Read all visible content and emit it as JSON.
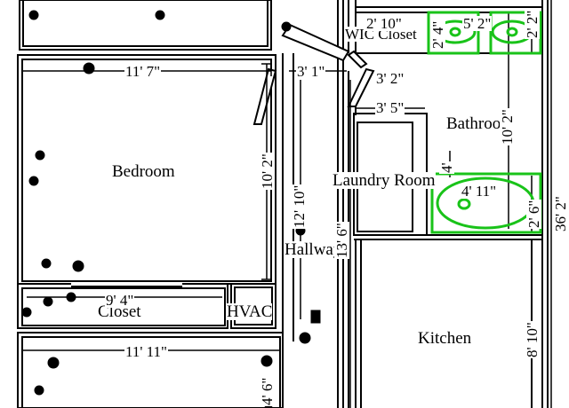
{
  "rooms": {
    "bedroom": "Bedroom",
    "closet": "Closet",
    "wic": "WIC Closet",
    "bathroom": "Bathroom",
    "laundry": "Laundry Room",
    "hallway": "Hallway",
    "hvac": "HVAC",
    "kitchen": "Kitchen"
  },
  "dimensions": {
    "bedroom_width": "11' 7\"",
    "bedroom_height": "10' 2\"",
    "hall_width": "3' 1\"",
    "hall_length": "12' 10\"",
    "wic_width": "2' 10\"",
    "wic_depth": "2' 4\"",
    "sink_width": "5' 2\"",
    "sink_right": "2' 2\"",
    "door_3_2": "3' 2\"",
    "laundry_width": "3' 5\"",
    "bath_height": "10' 2\"",
    "tub_width": "4' 11\"",
    "tub_height": "2' 6\"",
    "laundry_height": "4'",
    "closet_width": "9' 4\"",
    "lower_width": "11' 11\"",
    "left_height": "13' 6\"",
    "total_height": "36' 2\"",
    "kitchen_height": "8' 10\"",
    "bottom_height": "4' 6\""
  },
  "colors": {
    "wall": "#000000",
    "fixture": "#19c319"
  }
}
